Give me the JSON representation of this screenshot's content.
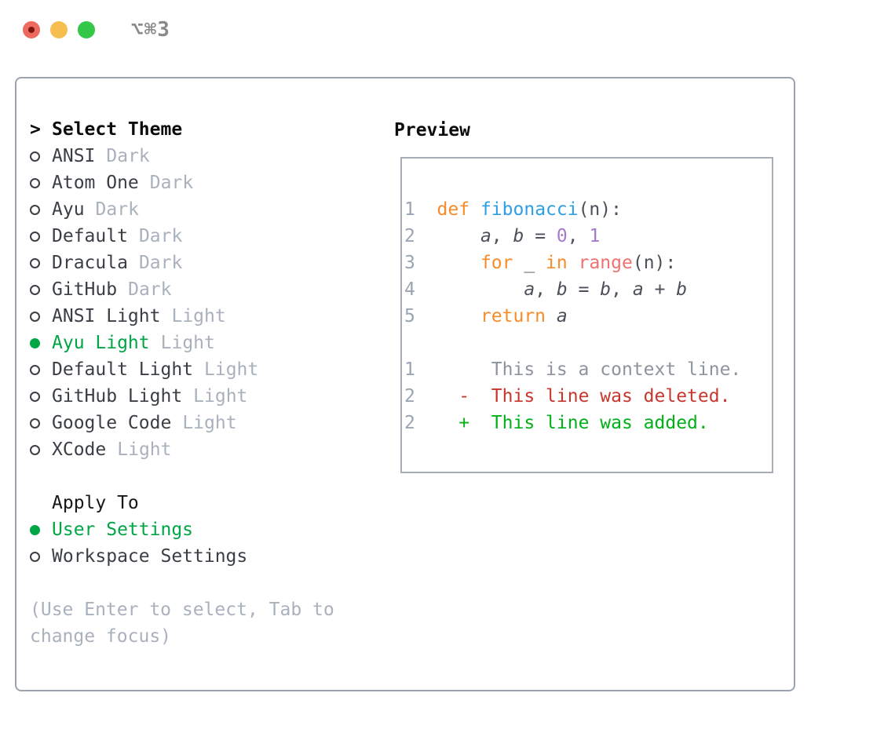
{
  "window": {
    "title": "⌥⌘3",
    "traffic_lights": {
      "close": "close-button",
      "minimize": "minimize-button",
      "zoom": "zoom-button"
    }
  },
  "theme_picker": {
    "header": {
      "prompt": ">",
      "label": "Select Theme"
    },
    "themes": [
      {
        "name": "ANSI",
        "variant": "Dark",
        "selected": false
      },
      {
        "name": "Atom One",
        "variant": "Dark",
        "selected": false
      },
      {
        "name": "Ayu",
        "variant": "Dark",
        "selected": false
      },
      {
        "name": "Default",
        "variant": "Dark",
        "selected": false
      },
      {
        "name": "Dracula",
        "variant": "Dark",
        "selected": false
      },
      {
        "name": "GitHub",
        "variant": "Dark",
        "selected": false
      },
      {
        "name": "ANSI Light",
        "variant": "Light",
        "selected": false
      },
      {
        "name": "Ayu Light",
        "variant": "Light",
        "selected": true
      },
      {
        "name": "Default Light",
        "variant": "Light",
        "selected": false
      },
      {
        "name": "GitHub Light",
        "variant": "Light",
        "selected": false
      },
      {
        "name": "Google Code",
        "variant": "Light",
        "selected": false
      },
      {
        "name": "XCode",
        "variant": "Light",
        "selected": false
      }
    ],
    "apply_to": {
      "label": "Apply To",
      "options": [
        {
          "name": "User Settings",
          "selected": true
        },
        {
          "name": "Workspace Settings",
          "selected": false
        }
      ]
    },
    "hint_lines": [
      "(Use Enter to select, Tab to",
      "change focus)"
    ]
  },
  "preview": {
    "label": "Preview",
    "code_lines": [
      [
        [
          "1  ",
          "ln"
        ],
        [
          "def",
          "kw"
        ],
        [
          " ",
          "fg"
        ],
        [
          "fibonacci",
          "fn"
        ],
        [
          "(n):",
          "fg"
        ]
      ],
      [
        [
          "2  ",
          "ln"
        ],
        [
          "    ",
          "fg"
        ],
        [
          "a",
          "var"
        ],
        [
          ", ",
          "fg"
        ],
        [
          "b",
          "var"
        ],
        [
          " = ",
          "fg"
        ],
        [
          "0",
          "num"
        ],
        [
          ", ",
          "fg"
        ],
        [
          "1",
          "num"
        ]
      ],
      [
        [
          "3  ",
          "ln"
        ],
        [
          "    ",
          "fg"
        ],
        [
          "for",
          "kw"
        ],
        [
          " _ ",
          "fg"
        ],
        [
          "in",
          "kw"
        ],
        [
          " ",
          "fg"
        ],
        [
          "range",
          "sp"
        ],
        [
          "(n):",
          "fg"
        ]
      ],
      [
        [
          "4  ",
          "ln"
        ],
        [
          "        ",
          "fg"
        ],
        [
          "a",
          "var"
        ],
        [
          ", ",
          "fg"
        ],
        [
          "b",
          "var"
        ],
        [
          " = ",
          "fg"
        ],
        [
          "b",
          "var"
        ],
        [
          ", ",
          "fg"
        ],
        [
          "a",
          "var"
        ],
        [
          " + ",
          "fg"
        ],
        [
          "b",
          "var"
        ]
      ],
      [
        [
          "5  ",
          "ln"
        ],
        [
          "    ",
          "fg"
        ],
        [
          "return",
          "kw"
        ],
        [
          " ",
          "fg"
        ],
        [
          "a",
          "var"
        ]
      ],
      [],
      [
        [
          "1  ",
          "ln"
        ],
        [
          "     This is a context line.",
          "ctx"
        ]
      ],
      [
        [
          "2  ",
          "ln"
        ],
        [
          "  ",
          "fg"
        ],
        [
          "-  This line was deleted.",
          "del"
        ]
      ],
      [
        [
          "2  ",
          "ln"
        ],
        [
          "  ",
          "fg"
        ],
        [
          "+  This line was added.",
          "add"
        ]
      ]
    ]
  },
  "colors": {
    "selection_green": "#00a546",
    "added_green": "#00b117",
    "deleted_red": "#c8372d",
    "keyword_orange": "#f78c2a",
    "function_blue": "#2e9fe6",
    "number_purple": "#a37acc",
    "special_coral": "#f0716f",
    "muted_gray": "#a9b1bd",
    "item_text": "#3a3e45",
    "border_gray": "#9ba3ae"
  }
}
